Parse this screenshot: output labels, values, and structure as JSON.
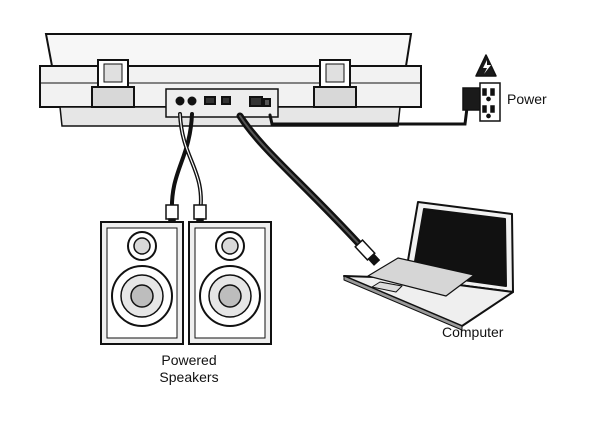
{
  "labels": {
    "power": "Power",
    "computer": "Computer",
    "speakers_line1": "Powered",
    "speakers_line2": "Speakers"
  },
  "icons": [
    "turntable-icon",
    "power-outlet-icon",
    "power-adapter-icon",
    "usb-plug-icon",
    "laptop-icon",
    "speaker-icon",
    "rca-plug-icon",
    "electrical-hazard-icon"
  ],
  "colors": {
    "line": "#111111",
    "panel": "#f2f2f2",
    "shade": "#cfcfcf",
    "dark": "#1a1a1a"
  }
}
